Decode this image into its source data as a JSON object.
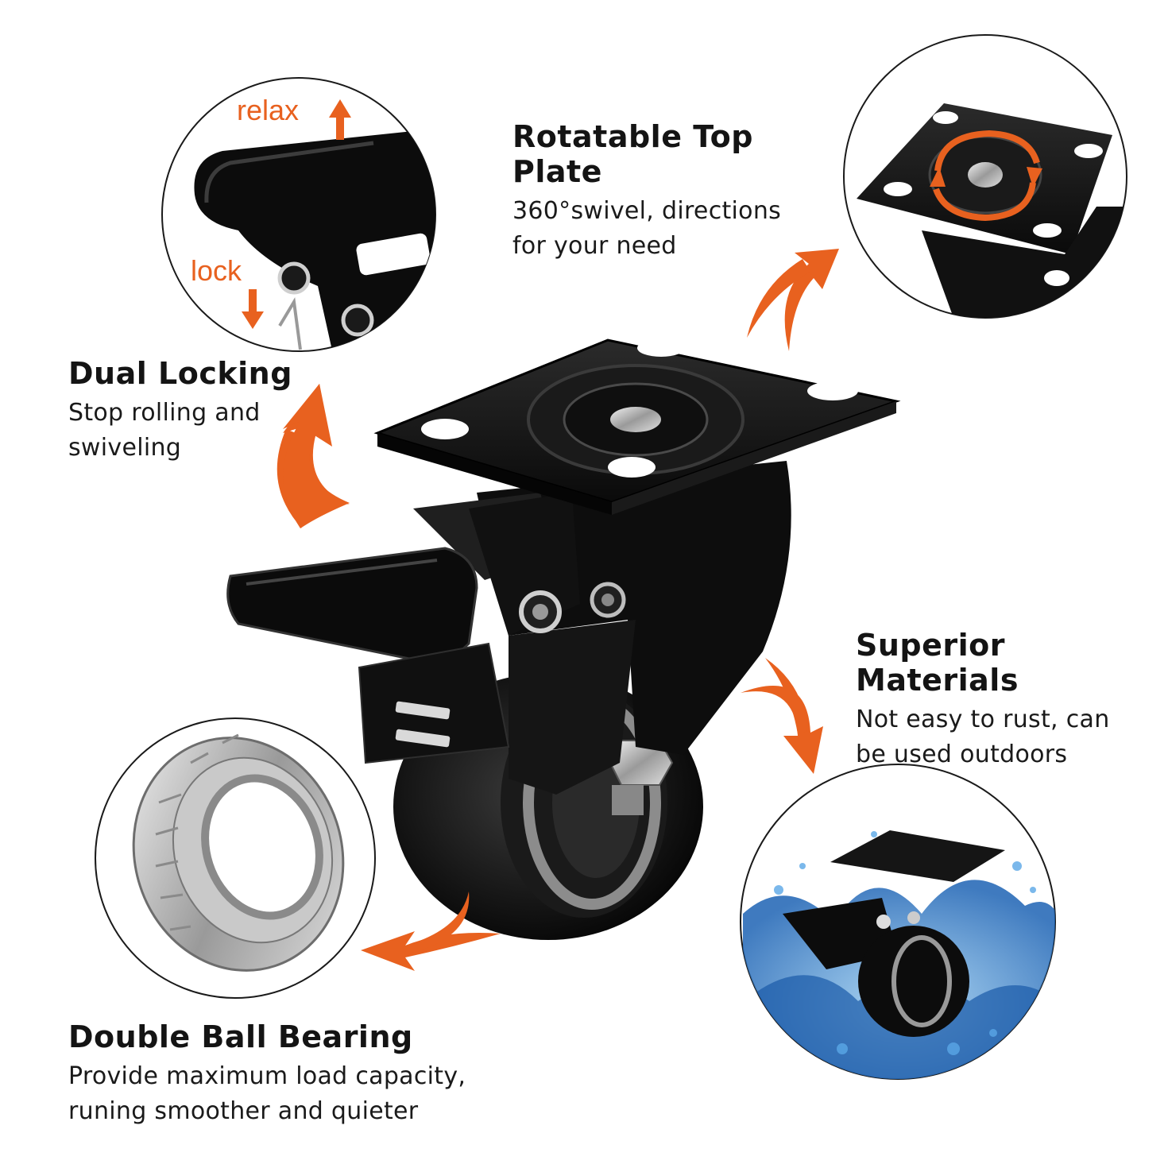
{
  "features": {
    "rotatable": {
      "title": "Rotatable Top Plate",
      "line1": "360°swivel, directions",
      "line2": "for your need"
    },
    "dual_locking": {
      "title": "Dual Locking",
      "line1": "Stop rolling and",
      "line2": "swiveling"
    },
    "superior": {
      "title": "Superior Materials",
      "line1": "Not easy to rust, can",
      "line2": "be used outdoors"
    },
    "bearing": {
      "title": "Double Ball Bearing",
      "line1": "Provide maximum load capacity,",
      "line2": "runing smoother and quieter"
    }
  },
  "callouts": {
    "relax": "relax",
    "lock": "lock"
  },
  "colors": {
    "accent": "#e8611f",
    "text": "#1a1a1a",
    "metal_dark": "#111111"
  },
  "icons": [
    "arrow-up-icon",
    "arrow-down-icon",
    "curved-arrow-icon",
    "swivel-rotation-icon"
  ]
}
